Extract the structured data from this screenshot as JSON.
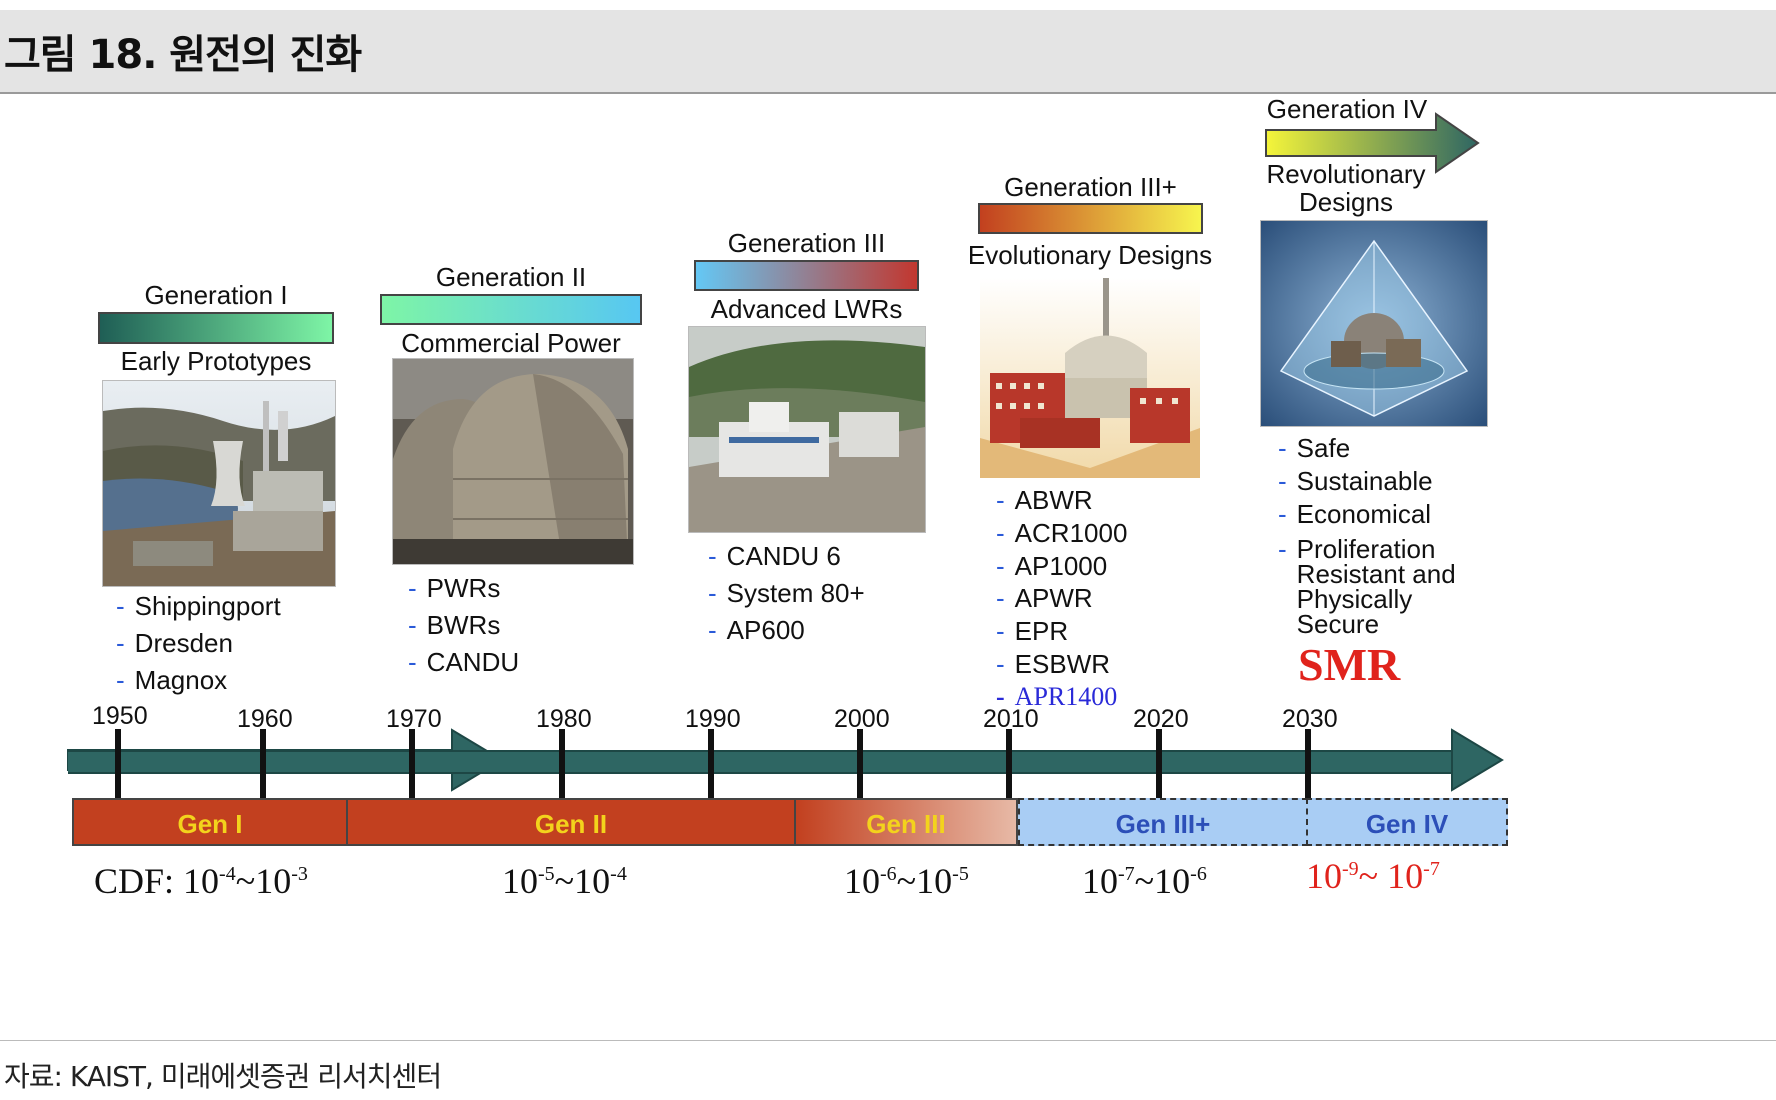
{
  "figure_title": "그림 18. 원전의 진화",
  "generations": [
    {
      "title": "Generation I",
      "subtitle": "Early Prototypes",
      "items": [
        "Shippingport",
        "Dresden",
        "Magnox"
      ]
    },
    {
      "title": "Generation II",
      "subtitle": "Commercial Power",
      "items": [
        "PWRs",
        "BWRs",
        "CANDU"
      ]
    },
    {
      "title": "Generation III",
      "subtitle": "Advanced LWRs",
      "items": [
        "CANDU 6",
        "System 80+",
        "AP600"
      ]
    },
    {
      "title": "Generation III+",
      "subtitle": "Evolutionary Designs",
      "items": [
        "ABWR",
        "ACR1000",
        "AP1000",
        "APWR",
        "EPR",
        "ESBWR",
        "APR1400"
      ]
    },
    {
      "title": "Generation IV",
      "subtitle": "Revolutionary Designs",
      "items": [
        "Safe",
        "Sustainable",
        "Economical",
        "Proliferation Resistant and Physically Secure"
      ],
      "highlight": "SMR"
    }
  ],
  "timeline": {
    "years": [
      "1950",
      "1960",
      "1970",
      "1980",
      "1990",
      "2000",
      "2010",
      "2020",
      "2030"
    ]
  },
  "gen_bands": [
    "Gen I",
    "Gen II",
    "Gen III",
    "Gen III+",
    "Gen IV"
  ],
  "cdf": {
    "label": "CDF:",
    "ranges": [
      {
        "low_base": "10",
        "low_exp": "-4",
        "high_base": "10",
        "high_exp": "-3"
      },
      {
        "low_base": "10",
        "low_exp": "-5",
        "high_base": "10",
        "high_exp": "-4"
      },
      {
        "low_base": "10",
        "low_exp": "-6",
        "high_base": "10",
        "high_exp": "-5"
      },
      {
        "low_base": "10",
        "low_exp": "-7",
        "high_base": "10",
        "high_exp": "-6"
      },
      {
        "low_base": "10",
        "low_exp": "-9",
        "high_base": "10",
        "high_exp": "-7"
      }
    ],
    "separator": "~"
  },
  "source": "자료: KAIST, 미래에셋증권 리서치센터",
  "colors": {
    "timeline_arrow": "#2e6663",
    "gen_band_solid": "#c2401f",
    "gen_band_future": "#a9cdf4",
    "gen_label_text": "#f3d31c",
    "gen_future_text": "#2c4fb8",
    "list_dash": "#2a5ad8",
    "smr_red": "#e0231c",
    "apr1400_blue": "#2a2ad8"
  }
}
